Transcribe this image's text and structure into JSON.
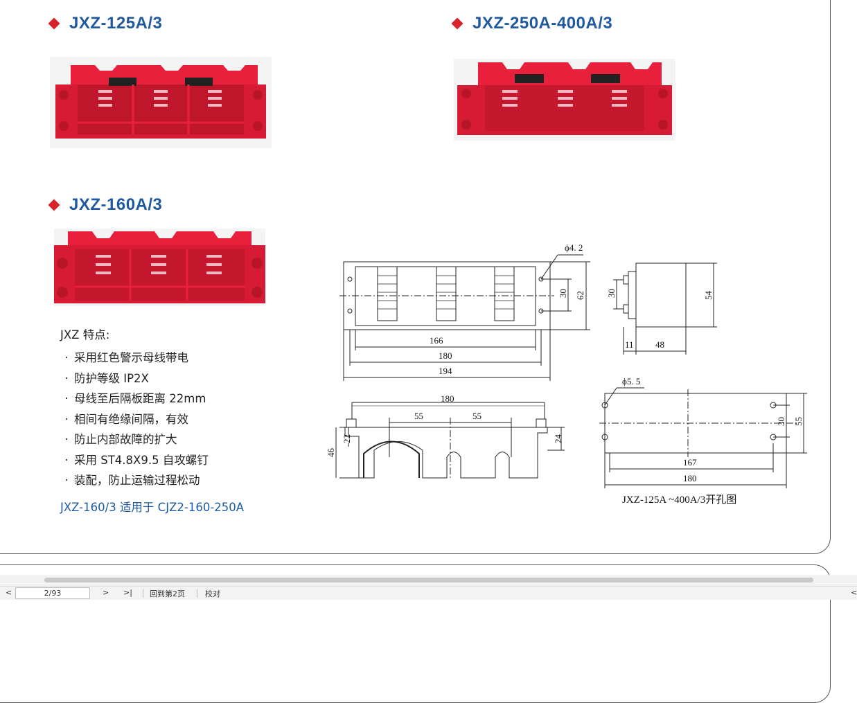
{
  "headings": {
    "jxz125": "JXZ-125A/3",
    "jxz250": "JXZ-250A-400A/3",
    "jxz160": "JXZ-160A/3"
  },
  "features": {
    "title": "JXZ 特点:",
    "bullet": "·",
    "items": [
      "采用红色警示母线带电",
      "防护等级 IP2X",
      "母线至后隔板距离 22mm",
      "相间有绝缘间隔，有效",
      "防止内部故障的扩大",
      "采用 ST4.8X9.5 自攻螺钉",
      "装配，防止运输过程松动"
    ],
    "note": "JXZ-160/3 适用于 CJZ2-160-250A"
  },
  "drawing": {
    "phi42": "ϕ4. 2",
    "phi55": "ϕ5. 5",
    "d166": "166",
    "d180a": "180",
    "d194": "194",
    "d30a": "30",
    "d62": "62",
    "d30b": "30",
    "d54": "54",
    "d11": "11",
    "d48": "48",
    "d180b": "180",
    "d55a": "55",
    "d55b": "55",
    "d22": "22",
    "d46": "46",
    "d24": "24",
    "d30c": "30",
    "d55c": "55",
    "d167": "167",
    "d180c": "180",
    "caption": "JXZ-125A ~400A/3开孔图"
  },
  "toolbar": {
    "prev": "<",
    "page": "2/93",
    "next": ">",
    "last": ">|",
    "back": "回到第2页",
    "proof": "校对",
    "right_arrow": "<"
  },
  "colors": {
    "heading_blue": "#1f5aa0",
    "diamond_red": "#d8232a",
    "product_red": "#e8203c"
  }
}
